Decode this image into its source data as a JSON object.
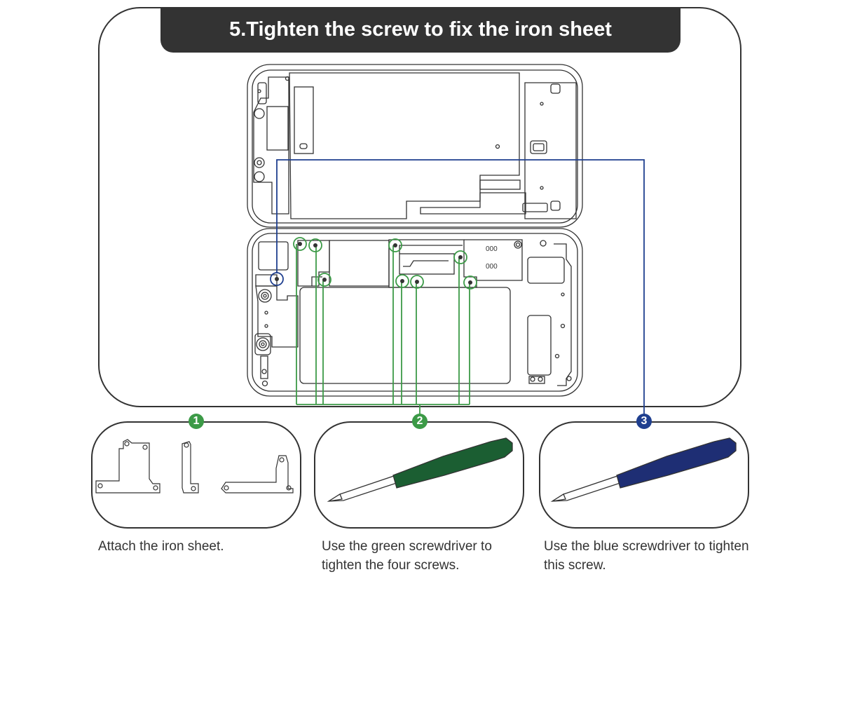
{
  "title": "5.Tighten the screw to fix the iron sheet",
  "colors": {
    "frame": "#333333",
    "title_bg": "#333333",
    "green": "#3c9a47",
    "green_handle": "#1b5e32",
    "blue": "#1f3f8f",
    "blue_handle": "#1e2e74"
  },
  "steps": [
    {
      "badge": "1",
      "caption": "Attach the iron sheet.",
      "icon": "iron-sheets-icon"
    },
    {
      "badge": "2",
      "caption": "Use the green screwdriver to tighten the four screws.",
      "icon": "green-screwdriver-icon"
    },
    {
      "badge": "3",
      "caption": "Use the blue screwdriver to tighten this screw.",
      "icon": "blue-screwdriver-icon"
    }
  ],
  "device": {
    "sim_tray_label_top": "000",
    "sim_tray_label_bottom": "000"
  }
}
